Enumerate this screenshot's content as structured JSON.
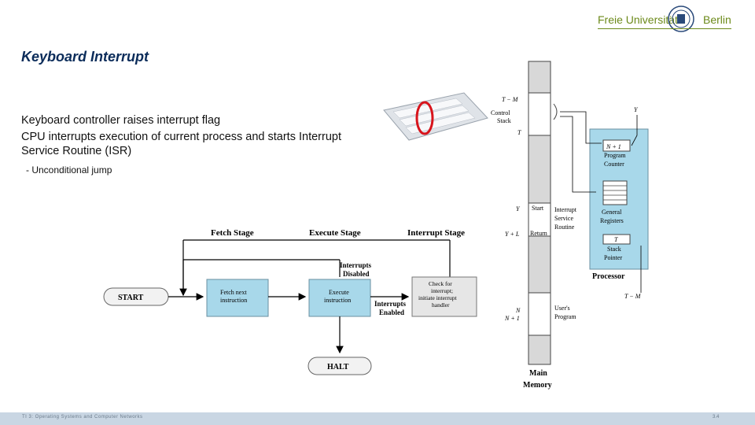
{
  "slide": {
    "title": "Keyboard Interrupt",
    "bullets": [
      "Keyboard controller raises interrupt flag",
      "CPU interrupts execution of current process and starts Interrupt",
      "Service Routine (ISR)"
    ],
    "sub_bullet": "- Unconditional jump"
  },
  "logo": {
    "left": "Freie Universität",
    "right": "Berlin"
  },
  "flowchart": {
    "stages": {
      "fetch": "Fetch Stage",
      "execute": "Execute Stage",
      "interrupt": "Interrupt Stage"
    },
    "start": "START",
    "halt": "HALT",
    "fetch_box": [
      "Fetch next",
      "instruction"
    ],
    "execute_box": [
      "Execute",
      "instruction"
    ],
    "check_box": [
      "Check for",
      "interrupt;",
      "initiate interrupt",
      "handler"
    ],
    "interrupts_disabled": [
      "Interrupts",
      "Disabled"
    ],
    "interrupts_enabled": [
      "Interrupts",
      "Enabled"
    ]
  },
  "memory": {
    "main_memory": [
      "Main",
      "Memory"
    ],
    "control_stack": [
      "Control",
      "Stack"
    ],
    "processor": "Processor",
    "program_counter": [
      "N + 1",
      "Program",
      "Counter"
    ],
    "general_registers": [
      "General",
      "Registers"
    ],
    "stack_pointer": [
      "T",
      "Stack",
      "Pointer"
    ],
    "isr": [
      "Interrupt",
      "Service",
      "Routine"
    ],
    "users_program": [
      "User's",
      "Program"
    ],
    "start": "Start",
    "return": "Return",
    "labels": {
      "t_minus_m": "T − M",
      "t": "T",
      "y": "Y",
      "y_plus_l": "Y + L",
      "n": "N",
      "n_plus_1": "N + 1",
      "t_minus_m_bottom": "T − M",
      "y_top": "Y"
    }
  },
  "footer": {
    "left": "TI 3: Operating Systems and Computer Networks",
    "right": "3.4"
  }
}
